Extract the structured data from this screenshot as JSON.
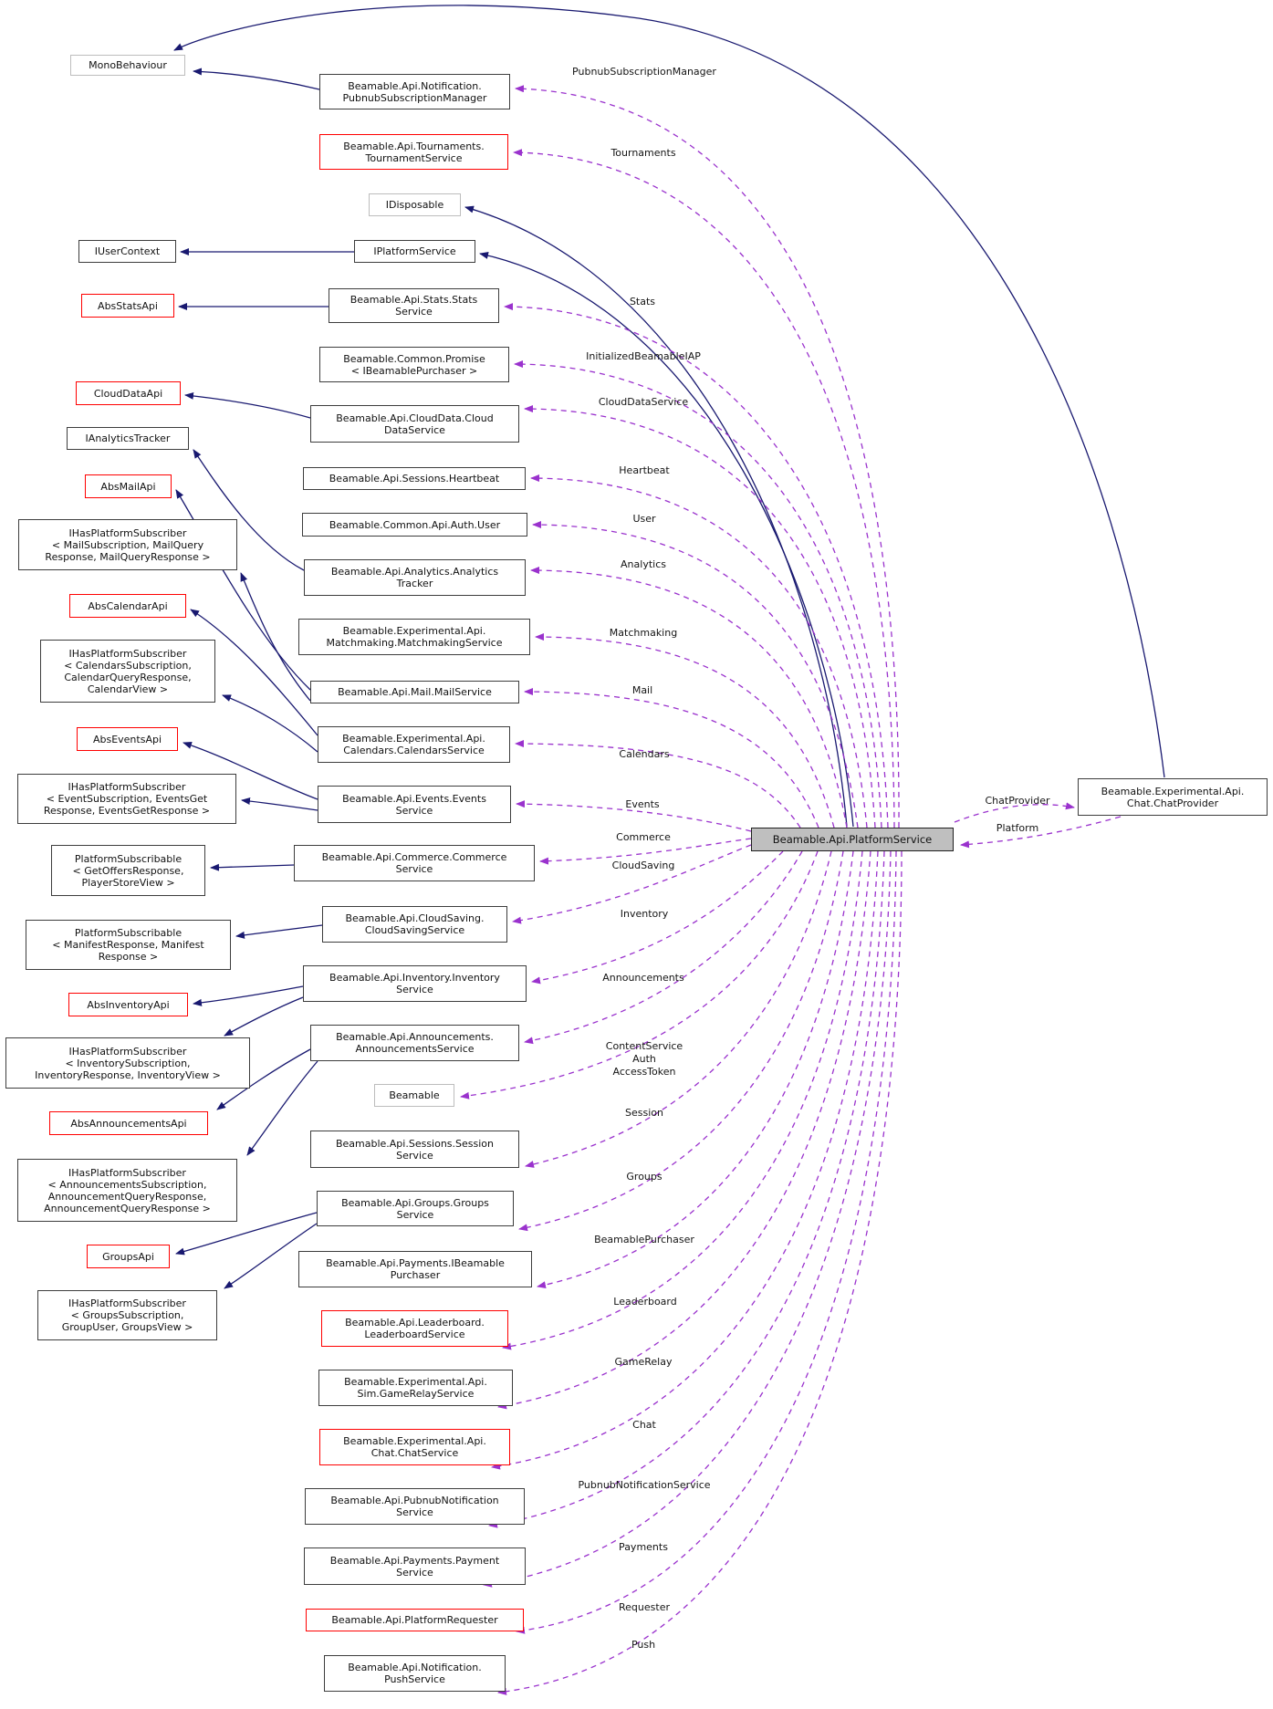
{
  "diagram": {
    "type": "collaboration-graph",
    "center_node": "Beamable.Api.PlatformService"
  },
  "colors": {
    "inheritance_edge": "#191970",
    "member_edge": "#9a32cd",
    "highlight_border": "#ff0000",
    "normal_border": "#3d3d3d",
    "external_border": "#bdbdbd",
    "main_node_fill": "#bfbfbf"
  },
  "nodes": {
    "monobehaviour": {
      "label": "MonoBehaviour"
    },
    "pubnub_subscription_manager": {
      "label": "Beamable.Api.Notification.\nPubnubSubscriptionManager"
    },
    "tournament_service": {
      "label": "Beamable.Api.Tournaments.\nTournamentService"
    },
    "idisposable": {
      "label": "IDisposable"
    },
    "iplatform_service": {
      "label": "IPlatformService"
    },
    "iuser_context": {
      "label": "IUserContext"
    },
    "stats_service": {
      "label": "Beamable.Api.Stats.Stats\nService"
    },
    "abs_stats_api": {
      "label": "AbsStatsApi"
    },
    "promise_ibeamable_purchaser": {
      "label": "Beamable.Common.Promise\n< IBeamablePurchaser >"
    },
    "cloud_data_api": {
      "label": "CloudDataApi"
    },
    "cloud_data_service": {
      "label": "Beamable.Api.CloudData.Cloud\nDataService"
    },
    "ianalytics_tracker": {
      "label": "IAnalyticsTracker"
    },
    "heartbeat": {
      "label": "Beamable.Api.Sessions.Heartbeat"
    },
    "abs_mail_api": {
      "label": "AbsMailApi"
    },
    "auth_user": {
      "label": "Beamable.Common.Api.Auth.User"
    },
    "subscriber_mail": {
      "label": "IHasPlatformSubscriber\n< MailSubscription, MailQuery\nResponse, MailQueryResponse >"
    },
    "analytics_tracker": {
      "label": "Beamable.Api.Analytics.Analytics\nTracker"
    },
    "abs_calendar_api": {
      "label": "AbsCalendarApi"
    },
    "matchmaking_service": {
      "label": "Beamable.Experimental.Api.\nMatchmaking.MatchmakingService"
    },
    "subscriber_calendars": {
      "label": "IHasPlatformSubscriber\n< CalendarsSubscription,\nCalendarQueryResponse,\nCalendarView >"
    },
    "mail_service": {
      "label": "Beamable.Api.Mail.MailService"
    },
    "abs_events_api": {
      "label": "AbsEventsApi"
    },
    "calendars_service": {
      "label": "Beamable.Experimental.Api.\nCalendars.CalendarsService"
    },
    "subscriber_events": {
      "label": "IHasPlatformSubscriber\n< EventSubscription, EventsGet\nResponse, EventsGetResponse >"
    },
    "events_service": {
      "label": "Beamable.Api.Events.Events\nService"
    },
    "platform_subscribable_offers": {
      "label": "PlatformSubscribable\n< GetOffersResponse,\nPlayerStoreView >"
    },
    "commerce_service": {
      "label": "Beamable.Api.Commerce.Commerce\nService"
    },
    "platform_subscribable_manifest": {
      "label": "PlatformSubscribable\n< ManifestResponse, Manifest\nResponse >"
    },
    "cloud_saving_service": {
      "label": "Beamable.Api.CloudSaving.\nCloudSavingService"
    },
    "abs_inventory_api": {
      "label": "AbsInventoryApi"
    },
    "inventory_service": {
      "label": "Beamable.Api.Inventory.Inventory\nService"
    },
    "subscriber_inventory": {
      "label": "IHasPlatformSubscriber\n< InventorySubscription,\nInventoryResponse, InventoryView >"
    },
    "announcements_service": {
      "label": "Beamable.Api.Announcements.\nAnnouncementsService"
    },
    "abs_announcements_api": {
      "label": "AbsAnnouncementsApi"
    },
    "beamable": {
      "label": "Beamable"
    },
    "subscriber_announcements": {
      "label": "IHasPlatformSubscriber\n< AnnouncementsSubscription,\nAnnouncementQueryResponse,\nAnnouncementQueryResponse >"
    },
    "session_service": {
      "label": "Beamable.Api.Sessions.Session\nService"
    },
    "groups_service": {
      "label": "Beamable.Api.Groups.Groups\nService"
    },
    "groups_api": {
      "label": "GroupsApi"
    },
    "ibeamable_purchaser": {
      "label": "Beamable.Api.Payments.IBeamable\nPurchaser"
    },
    "subscriber_groups": {
      "label": "IHasPlatformSubscriber\n< GroupsSubscription,\nGroupUser, GroupsView >"
    },
    "leaderboard_service": {
      "label": "Beamable.Api.Leaderboard.\nLeaderboardService"
    },
    "game_relay_service": {
      "label": "Beamable.Experimental.Api.\nSim.GameRelayService"
    },
    "chat_service": {
      "label": "Beamable.Experimental.Api.\nChat.ChatService"
    },
    "pubnub_notification_service": {
      "label": "Beamable.Api.PubnubNotification\nService"
    },
    "payment_service": {
      "label": "Beamable.Api.Payments.Payment\nService"
    },
    "platform_requester": {
      "label": "Beamable.Api.PlatformRequester"
    },
    "push_service": {
      "label": "Beamable.Api.Notification.\nPushService"
    },
    "platform_service": {
      "label": "Beamable.Api.PlatformService"
    },
    "chat_provider": {
      "label": "Beamable.Experimental.Api.\nChat.ChatProvider"
    }
  },
  "edge_labels": {
    "pubnub_subscription_manager": "PubnubSubscriptionManager",
    "tournaments": "Tournaments",
    "stats": "Stats",
    "initialized_beamable_iap": "InitializedBeamableIAP",
    "cloud_data_service": "CloudDataService",
    "heartbeat": "Heartbeat",
    "user": "User",
    "analytics": "Analytics",
    "matchmaking": "Matchmaking",
    "mail": "Mail",
    "calendars": "Calendars",
    "events": "Events",
    "commerce": "Commerce",
    "cloud_saving": "CloudSaving",
    "inventory": "Inventory",
    "announcements": "Announcements",
    "content_service_auth_access_token": "ContentService\nAuth\nAccessToken",
    "session": "Session",
    "groups": "Groups",
    "beamable_purchaser": "BeamablePurchaser",
    "leaderboard": "Leaderboard",
    "game_relay": "GameRelay",
    "chat": "Chat",
    "pubnub_notification_service": "PubnubNotificationService",
    "payments": "Payments",
    "requester": "Requester",
    "push": "Push",
    "chat_provider": "ChatProvider",
    "platform": "Platform"
  },
  "edges": {
    "members_of_platform_service": [
      {
        "to": "Beamable.Api.Notification.PubnubSubscriptionManager",
        "label": "PubnubSubscriptionManager"
      },
      {
        "to": "Beamable.Api.Tournaments.TournamentService",
        "label": "Tournaments"
      },
      {
        "to": "Beamable.Api.Stats.StatsService",
        "label": "Stats"
      },
      {
        "to": "Beamable.Common.Promise< IBeamablePurchaser >",
        "label": "InitializedBeamableIAP"
      },
      {
        "to": "Beamable.Api.CloudData.CloudDataService",
        "label": "CloudDataService"
      },
      {
        "to": "Beamable.Api.Sessions.Heartbeat",
        "label": "Heartbeat"
      },
      {
        "to": "Beamable.Common.Api.Auth.User",
        "label": "User"
      },
      {
        "to": "Beamable.Api.Analytics.AnalyticsTracker",
        "label": "Analytics"
      },
      {
        "to": "Beamable.Experimental.Api.Matchmaking.MatchmakingService",
        "label": "Matchmaking"
      },
      {
        "to": "Beamable.Api.Mail.MailService",
        "label": "Mail"
      },
      {
        "to": "Beamable.Experimental.Api.Calendars.CalendarsService",
        "label": "Calendars"
      },
      {
        "to": "Beamable.Api.Events.EventsService",
        "label": "Events"
      },
      {
        "to": "Beamable.Api.Commerce.CommerceService",
        "label": "Commerce"
      },
      {
        "to": "Beamable.Api.CloudSaving.CloudSavingService",
        "label": "CloudSaving"
      },
      {
        "to": "Beamable.Api.Inventory.InventoryService",
        "label": "Inventory"
      },
      {
        "to": "Beamable.Api.Announcements.AnnouncementsService",
        "label": "Announcements"
      },
      {
        "to": "Beamable",
        "label": "ContentService Auth AccessToken"
      },
      {
        "to": "Beamable.Api.Sessions.SessionService",
        "label": "Session"
      },
      {
        "to": "Beamable.Api.Groups.GroupsService",
        "label": "Groups"
      },
      {
        "to": "Beamable.Api.Payments.IBeamablePurchaser",
        "label": "BeamablePurchaser"
      },
      {
        "to": "Beamable.Api.Leaderboard.LeaderboardService",
        "label": "Leaderboard"
      },
      {
        "to": "Beamable.Experimental.Api.Sim.GameRelayService",
        "label": "GameRelay"
      },
      {
        "to": "Beamable.Experimental.Api.Chat.ChatService",
        "label": "Chat"
      },
      {
        "to": "Beamable.Api.PubnubNotificationService",
        "label": "PubnubNotificationService"
      },
      {
        "to": "Beamable.Api.Payments.PaymentService",
        "label": "Payments"
      },
      {
        "to": "Beamable.Api.PlatformRequester",
        "label": "Requester"
      },
      {
        "to": "Beamable.Api.Notification.PushService",
        "label": "Push"
      },
      {
        "to": "Beamable.Experimental.Api.Chat.ChatProvider",
        "label": "ChatProvider"
      }
    ],
    "member_of_chat_provider": [
      {
        "to": "Beamable.Api.PlatformService",
        "label": "Platform"
      }
    ],
    "inheritance": [
      {
        "from": "Beamable.Api.Notification.PubnubSubscriptionManager",
        "to": "MonoBehaviour"
      },
      {
        "from": "Beamable.Experimental.Api.Chat.ChatProvider",
        "to": "MonoBehaviour"
      },
      {
        "from": "IPlatformService",
        "to": "IUserContext"
      },
      {
        "from": "Beamable.Api.PlatformService",
        "to": "IDisposable"
      },
      {
        "from": "Beamable.Api.PlatformService",
        "to": "IPlatformService"
      },
      {
        "from": "Beamable.Api.Stats.StatsService",
        "to": "AbsStatsApi"
      },
      {
        "from": "Beamable.Api.CloudData.CloudDataService",
        "to": "CloudDataApi"
      },
      {
        "from": "Beamable.Api.Analytics.AnalyticsTracker",
        "to": "IAnalyticsTracker"
      },
      {
        "from": "Beamable.Api.Mail.MailService",
        "to": "AbsMailApi"
      },
      {
        "from": "Beamable.Api.Mail.MailService",
        "to": "IHasPlatformSubscriber< MailSubscription, MailQueryResponse, MailQueryResponse >"
      },
      {
        "from": "Beamable.Experimental.Api.Calendars.CalendarsService",
        "to": "AbsCalendarApi"
      },
      {
        "from": "Beamable.Experimental.Api.Calendars.CalendarsService",
        "to": "IHasPlatformSubscriber< CalendarsSubscription, CalendarQueryResponse, CalendarView >"
      },
      {
        "from": "Beamable.Api.Events.EventsService",
        "to": "AbsEventsApi"
      },
      {
        "from": "Beamable.Api.Events.EventsService",
        "to": "IHasPlatformSubscriber< EventSubscription, EventsGetResponse, EventsGetResponse >"
      },
      {
        "from": "Beamable.Api.Commerce.CommerceService",
        "to": "PlatformSubscribable< GetOffersResponse, PlayerStoreView >"
      },
      {
        "from": "Beamable.Api.CloudSaving.CloudSavingService",
        "to": "PlatformSubscribable< ManifestResponse, ManifestResponse >"
      },
      {
        "from": "Beamable.Api.Inventory.InventoryService",
        "to": "AbsInventoryApi"
      },
      {
        "from": "Beamable.Api.Inventory.InventoryService",
        "to": "IHasPlatformSubscriber< InventorySubscription, InventoryResponse, InventoryView >"
      },
      {
        "from": "Beamable.Api.Announcements.AnnouncementsService",
        "to": "AbsAnnouncementsApi"
      },
      {
        "from": "Beamable.Api.Announcements.AnnouncementsService",
        "to": "IHasPlatformSubscriber< AnnouncementsSubscription, AnnouncementQueryResponse, AnnouncementQueryResponse >"
      },
      {
        "from": "Beamable.Api.Groups.GroupsService",
        "to": "GroupsApi"
      },
      {
        "from": "Beamable.Api.Groups.GroupsService",
        "to": "IHasPlatformSubscriber< GroupsSubscription, GroupUser, GroupsView >"
      }
    ]
  }
}
